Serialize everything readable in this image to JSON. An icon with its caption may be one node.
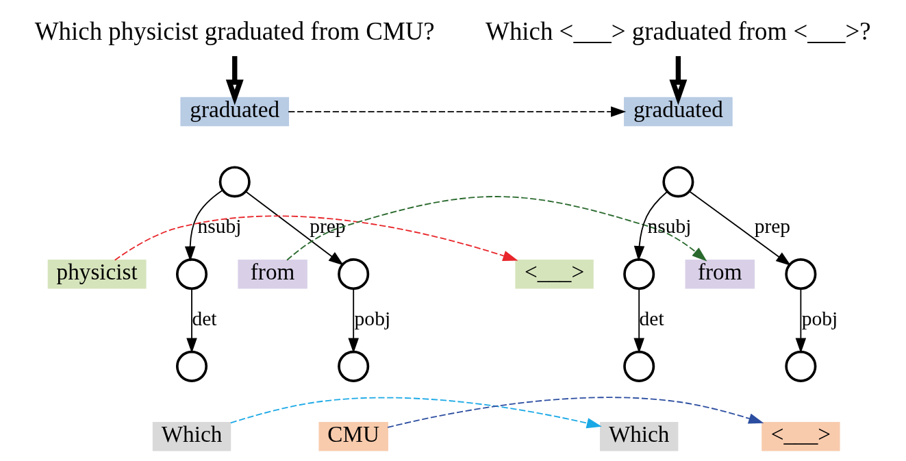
{
  "diagram": {
    "nodes": [
      {
        "text": [
          "Which physicist graduated from CMU?"
        ]
      },
      {
        "text": [
          "Which <___> graduated from <___>?"
        ]
      },
      {
        "text": [
          "graduated"
        ]
      },
      {
        "text": [],
        "shape": "circle"
      },
      {
        "text": [
          "physicist"
        ]
      },
      {
        "text": [],
        "shape": "circle"
      },
      {
        "text": [
          "from"
        ]
      },
      {
        "text": [],
        "shape": "circle"
      },
      {
        "text": [
          "Which"
        ]
      },
      {
        "text": [],
        "shape": "circle"
      },
      {
        "text": [
          "CMU"
        ]
      },
      {
        "text": [],
        "shape": "circle"
      },
      {
        "text": [
          "graduated"
        ]
      },
      {
        "text": [],
        "shape": "circle"
      },
      {
        "text": [
          "<___>"
        ]
      },
      {
        "text": [],
        "shape": "circle"
      },
      {
        "text": [
          "from"
        ]
      },
      {
        "text": [],
        "shape": "circle"
      },
      {
        "text": [
          "Which"
        ]
      },
      {
        "text": [],
        "shape": "circle"
      },
      {
        "text": [
          "<___>"
        ]
      },
      {
        "text": [],
        "shape": "circle"
      }
    ],
    "edges": [
      {
        "from": 0,
        "to": 2,
        "arrow": "to",
        "style": "thick"
      },
      {
        "from": 1,
        "to": 12,
        "arrow": "to",
        "style": "thick"
      },
      {
        "from": 3,
        "to": 5,
        "arrow": "to",
        "label": "nsubj"
      },
      {
        "from": 3,
        "to": 7,
        "arrow": "to",
        "label": "prep"
      },
      {
        "from": 5,
        "to": 9,
        "arrow": "to",
        "label": "det"
      },
      {
        "from": 7,
        "to": 11,
        "arrow": "to",
        "label": "pobj"
      },
      {
        "from": 13,
        "to": 15,
        "arrow": "to",
        "label": "nsubj"
      },
      {
        "from": 13,
        "to": 17,
        "arrow": "to",
        "label": "prep"
      },
      {
        "from": 15,
        "to": 19,
        "arrow": "to",
        "label": "det"
      },
      {
        "from": 17,
        "to": 21,
        "arrow": "to",
        "label": "pobj"
      },
      {
        "from": 2,
        "to": 12,
        "arrow": "to",
        "style": "dashed"
      },
      {
        "from": 4,
        "to": 14,
        "arrow": "to",
        "style": "dashed",
        "color": "#e8262b"
      },
      {
        "from": 6,
        "to": 16,
        "arrow": "to",
        "style": "dashed",
        "color": "#2a6a2e"
      },
      {
        "from": 8,
        "to": 18,
        "arrow": "to",
        "style": "dashed",
        "color": "#1ba9e6"
      },
      {
        "from": 10,
        "to": 20,
        "arrow": "to",
        "style": "dashed",
        "color": "#2c4ea0"
      }
    ]
  }
}
